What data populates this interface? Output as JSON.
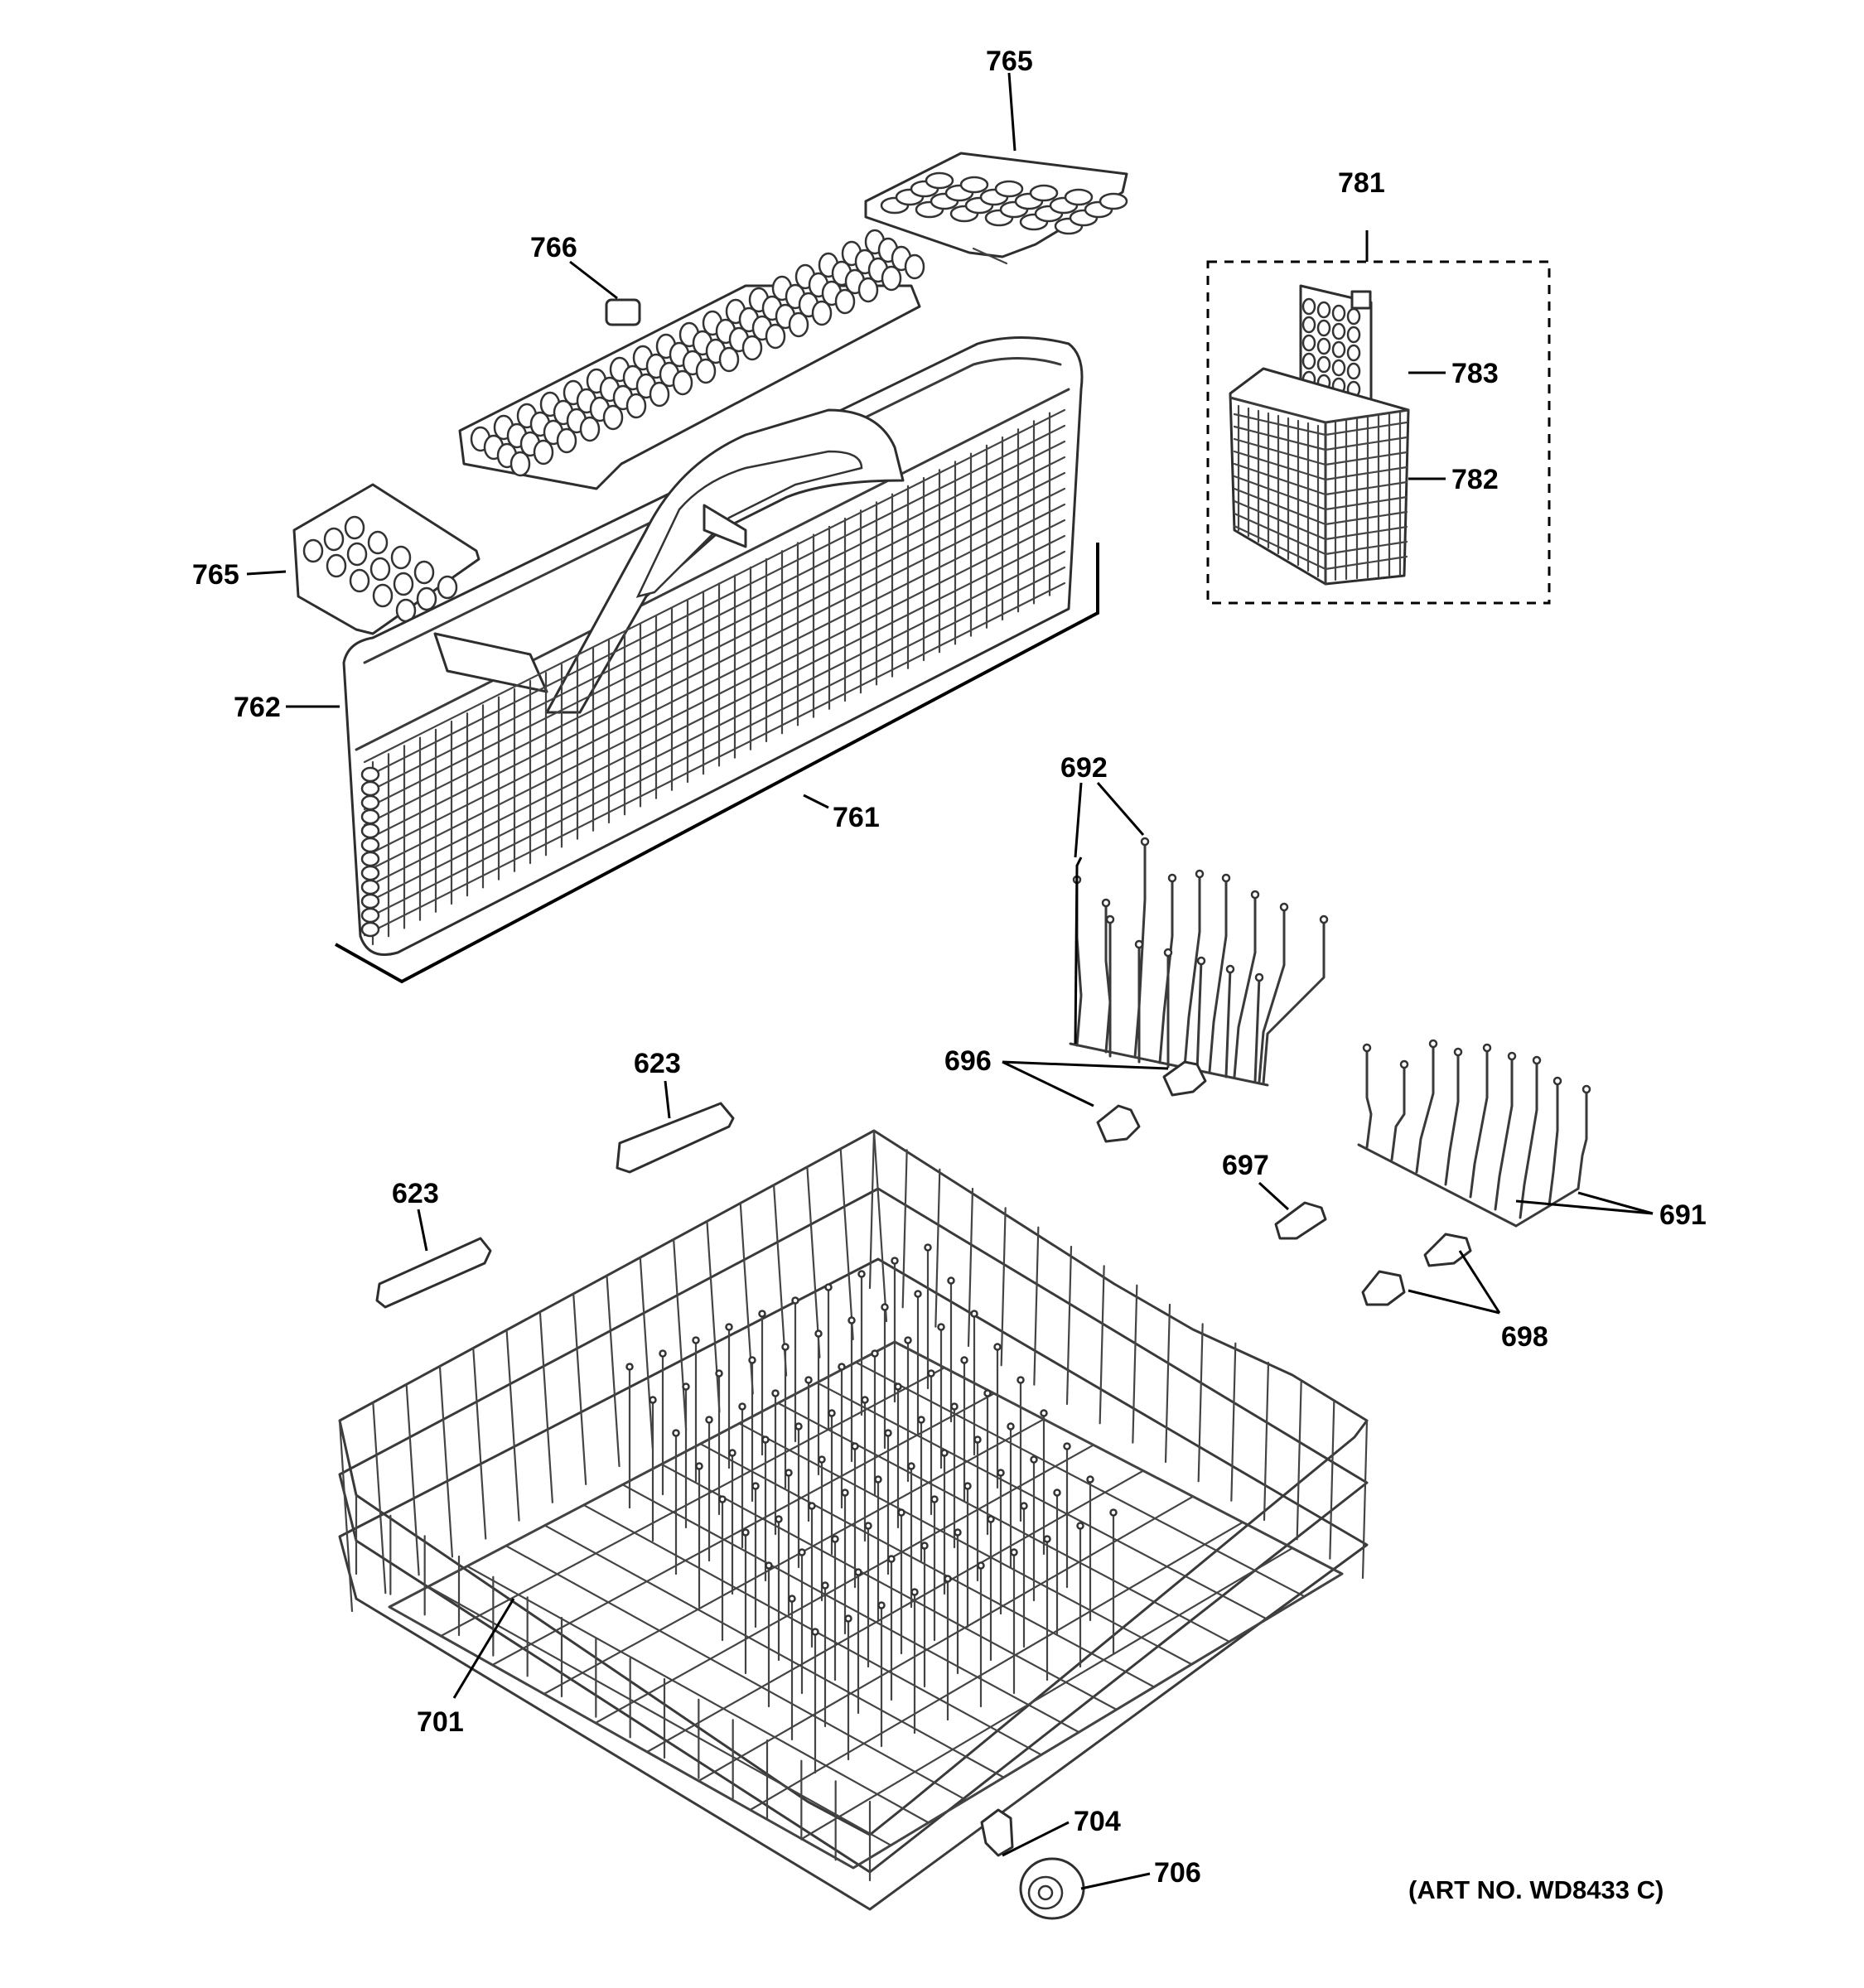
{
  "callouts": {
    "c765_top": "765",
    "c766": "766",
    "c781": "781",
    "c783": "783",
    "c782": "782",
    "c765_left": "765",
    "c762": "762",
    "c761": "761",
    "c692": "692",
    "c696": "696",
    "c623_a": "623",
    "c623_b": "623",
    "c697": "697",
    "c691": "691",
    "c698": "698",
    "c701": "701",
    "c704": "704",
    "c706": "706"
  },
  "art_number": "(ART NO. WD8433 C)"
}
